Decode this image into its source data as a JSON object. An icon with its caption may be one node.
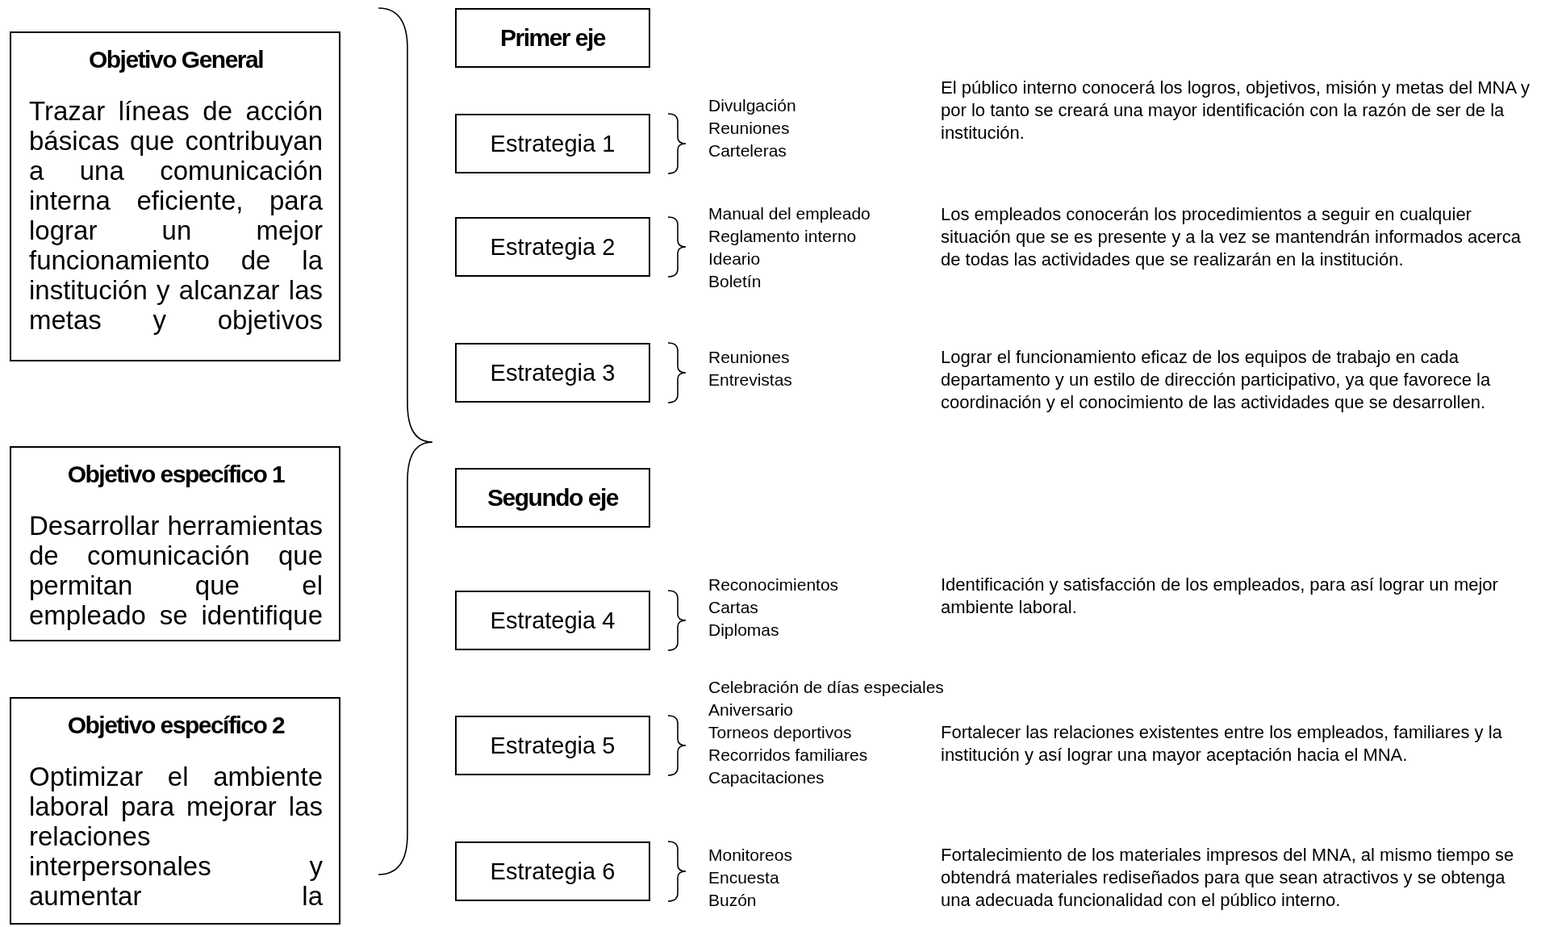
{
  "diagram": {
    "nodes": [
      {
        "text": [
          "Objetivo General",
          "Trazar líneas de acción básicas que contribuyan a una comunicación interna eficiente, para lograr un mejor funcionamiento de la institución y alcanzar las metas y objetivos"
        ]
      },
      {
        "text": [
          "Objetivo específico 1",
          "Desarrollar herramientas de comunicación que permitan que el empleado se identifique"
        ]
      },
      {
        "text": [
          "Objetivo específico 2",
          "Optimizar el ambiente laboral para mejorar las relaciones interpersonales y aumentar la"
        ]
      },
      {
        "text": [
          "Primer eje"
        ]
      },
      {
        "text": [
          "Estrategia 1"
        ],
        "beside": [
          "Divulgación",
          "Reuniones",
          "Carteleras"
        ]
      },
      {
        "text": [
          "Estrategia 2"
        ],
        "beside": [
          "Manual del empleado",
          "Reglamento interno",
          "Ideario",
          "Boletín"
        ]
      },
      {
        "text": [
          "Estrategia 3"
        ],
        "beside": [
          "Reuniones",
          "Entrevistas"
        ]
      },
      {
        "text": [
          "Segundo eje"
        ]
      },
      {
        "text": [
          "Estrategia 4"
        ],
        "beside": [
          "Reconocimientos",
          "Cartas",
          "Diplomas"
        ]
      },
      {
        "text": [
          "Estrategia 5"
        ],
        "beside": [
          "Celebración de días especiales",
          "Aniversario",
          "Torneos deportivos",
          "Recorridos familiares",
          "Capacitaciones"
        ]
      },
      {
        "text": [
          "Estrategia 6"
        ],
        "beside": [
          "Monitoreos",
          "Encuesta",
          "Buzón"
        ]
      }
    ],
    "labels": [
      "El público interno conocerá los logros, objetivos, misión y metas del MNA y por lo tanto se creará una mayor identificación con la razón de ser de la institución.",
      "Los empleados conocerán los procedimientos a seguir en cualquier situación que se es presente y a la vez se mantendrán informados acerca de todas las actividades que se realizarán en la institución.",
      "Lograr el funcionamiento eficaz de los equipos de trabajo en cada departamento y un estilo de dirección participativo, ya que favorece la coordinación y el conocimiento de las actividades que se desarrollen.",
      "Identificación y satisfacción de los empleados, para así lograr un mejor ambiente laboral.",
      "Fortalecer las relaciones existentes entre los empleados, familiares y la institución y así lograr una mayor aceptación hacia el MNA.",
      "Fortalecimiento de los materiales impresos del MNA, al mismo tiempo se obtendrá materiales rediseñados para que sean atractivos y se obtenga una adecuada funcionalidad con el público interno."
    ]
  }
}
